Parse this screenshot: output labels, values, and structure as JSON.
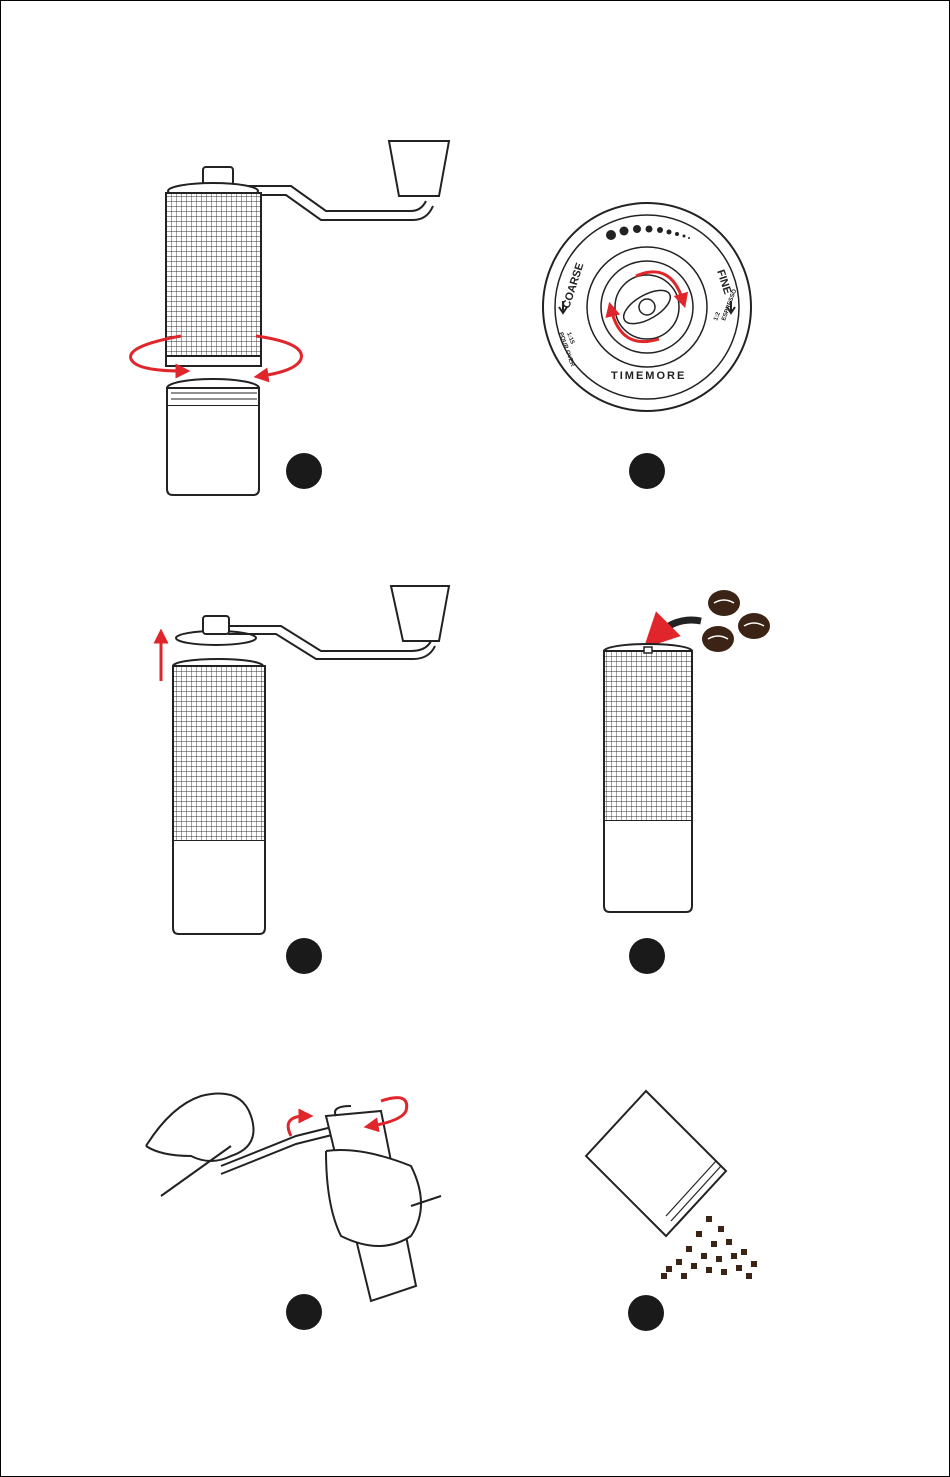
{
  "colors": {
    "line": "#222222",
    "accent": "#e0262b",
    "bean": "#3b2415",
    "badge": "#1a1a1a"
  },
  "dial": {
    "coarse_label": "COARSE",
    "fine_label": "FINE",
    "brand_label": "TIMEMORE",
    "left_small_lines": [
      "POUR OVER",
      "1:15"
    ],
    "right_small_lines": [
      "ESPRESSO",
      "1:2"
    ]
  },
  "steps": [
    {
      "id": "remove-jar",
      "icon": "grinder-jar-unscrew-icon"
    },
    {
      "id": "adjust-dial",
      "icon": "grind-dial-icon"
    },
    {
      "id": "lift-handle",
      "icon": "lift-handle-icon"
    },
    {
      "id": "add-beans",
      "icon": "coffee-beans-icon"
    },
    {
      "id": "grind",
      "icon": "hand-grinding-icon"
    },
    {
      "id": "pour-grounds",
      "icon": "pour-grounds-icon"
    }
  ]
}
